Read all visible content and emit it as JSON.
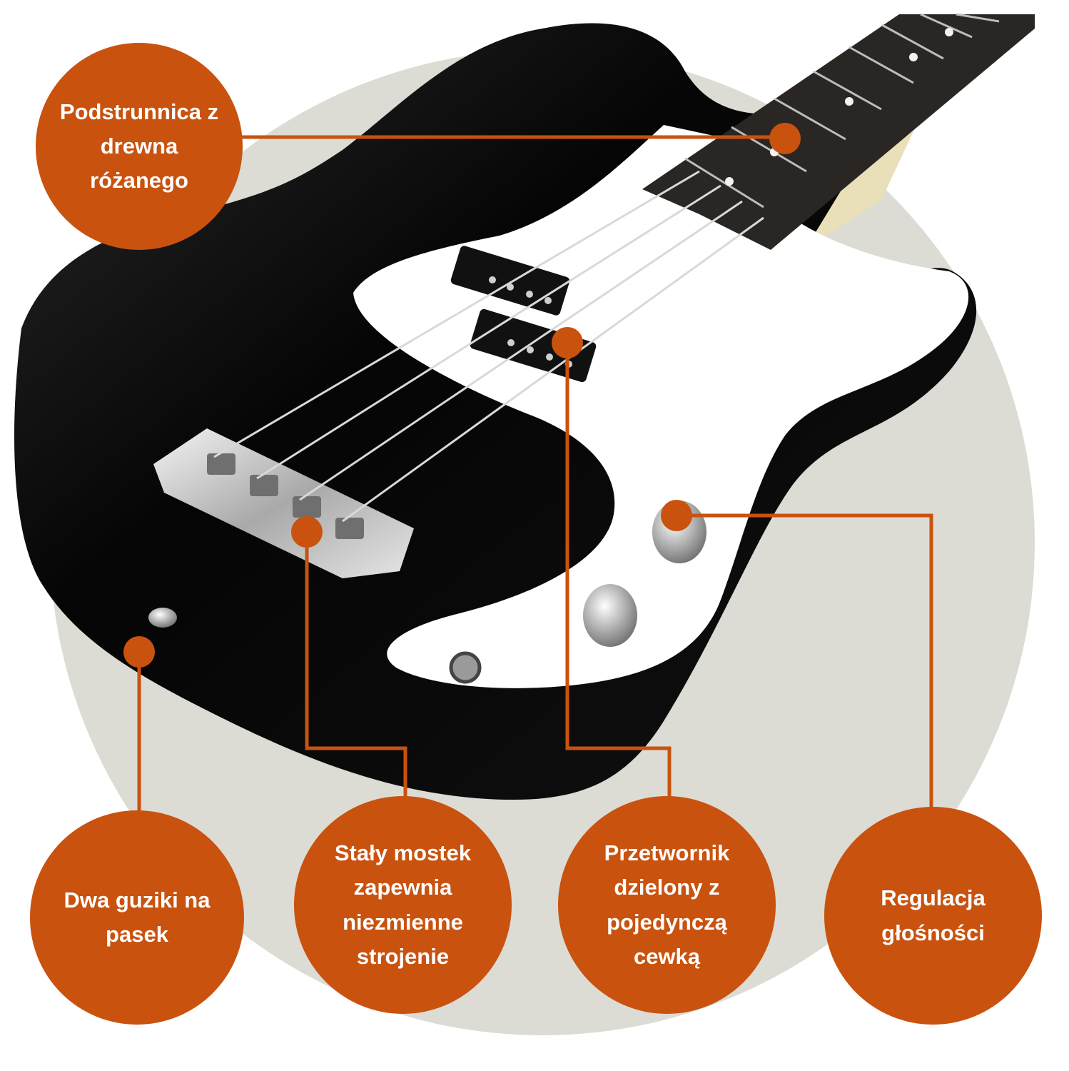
{
  "colors": {
    "accent": "#c9520f",
    "backdrop_disc": "#dcdcd4",
    "body": "#0a0a0a",
    "pickguard": "#ffffff",
    "fretboard": "#2a2623",
    "chrome": "#c8c8c8"
  },
  "callouts": {
    "fretboard": {
      "text": "Podstrunnica z\ndrewna różanego"
    },
    "strap_buttons": {
      "text": "Dwa guziki na\npasek"
    },
    "bridge": {
      "text": "Stały mostek\nzapewnia\nniezmienne\nstrojenie"
    },
    "pickup": {
      "text": "Przetwornik\ndzielony z\npojedynczą\ncewką"
    },
    "volume": {
      "text": "Regulacja\ngłośności"
    }
  }
}
